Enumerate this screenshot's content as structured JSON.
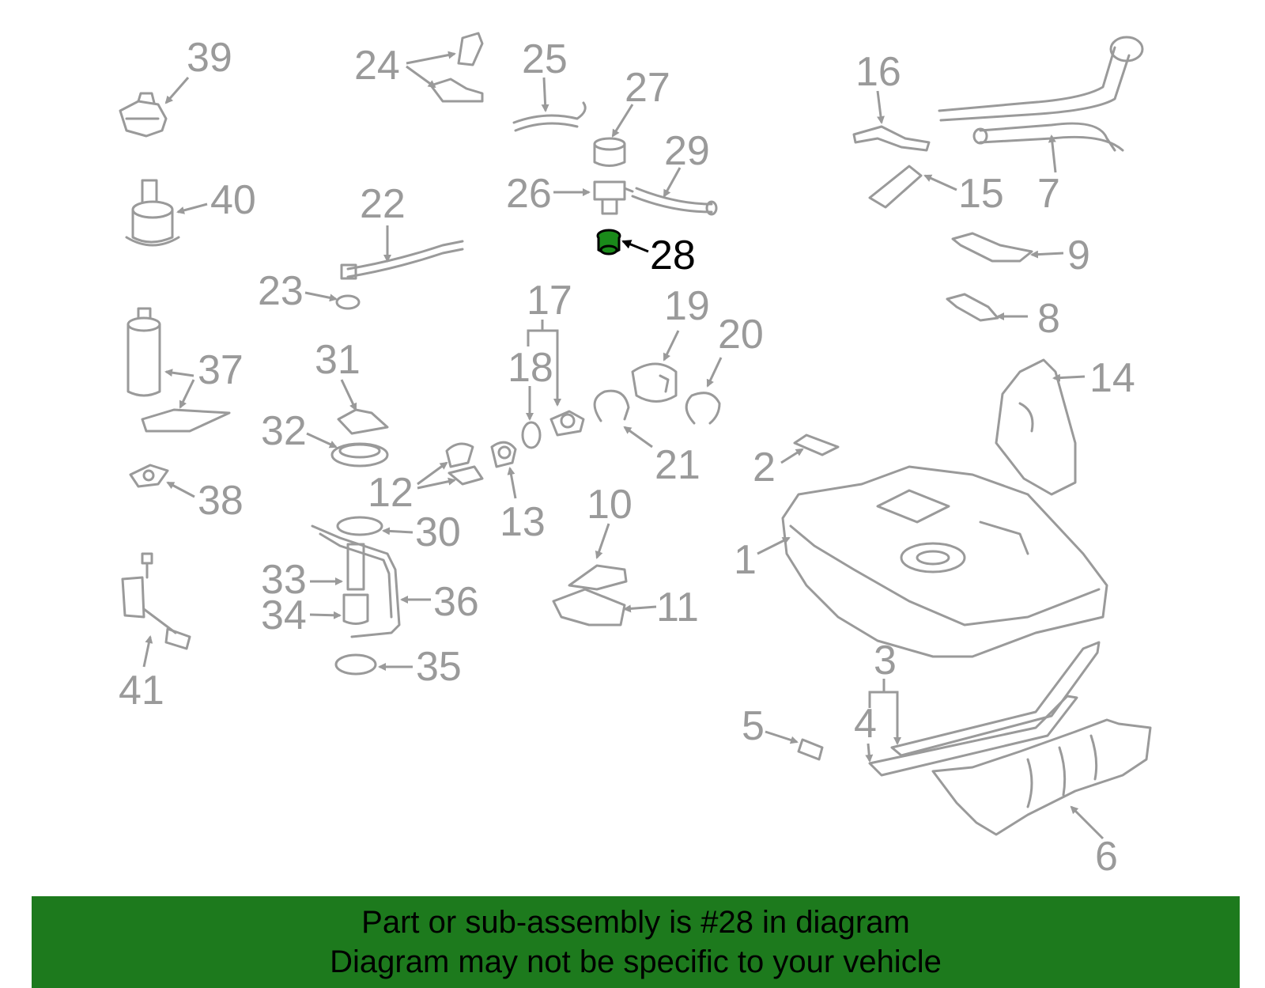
{
  "labels": {
    "l1": "1",
    "l2": "2",
    "l3": "3",
    "l4": "4",
    "l5": "5",
    "l6": "6",
    "l7": "7",
    "l8": "8",
    "l9": "9",
    "l10": "10",
    "l11": "11",
    "l12": "12",
    "l13": "13",
    "l14": "14",
    "l15": "15",
    "l16": "16",
    "l17": "17",
    "l18": "18",
    "l19": "19",
    "l20": "20",
    "l21": "21",
    "l22": "22",
    "l23": "23",
    "l24": "24",
    "l25": "25",
    "l26": "26",
    "l27": "27",
    "l28": "28",
    "l29": "29",
    "l30": "30",
    "l31": "31",
    "l32": "32",
    "l33": "33",
    "l34": "34",
    "l35": "35",
    "l36": "36",
    "l37": "37",
    "l38": "38",
    "l39": "39",
    "l40": "40",
    "l41": "41"
  },
  "highlight": {
    "part_number": "28",
    "color": "#1a8a1a"
  },
  "banner": {
    "line1": "Part or sub-assembly is #28 in diagram",
    "line2": "Diagram may not be specific to your vehicle",
    "background": "#1d7a1d"
  }
}
